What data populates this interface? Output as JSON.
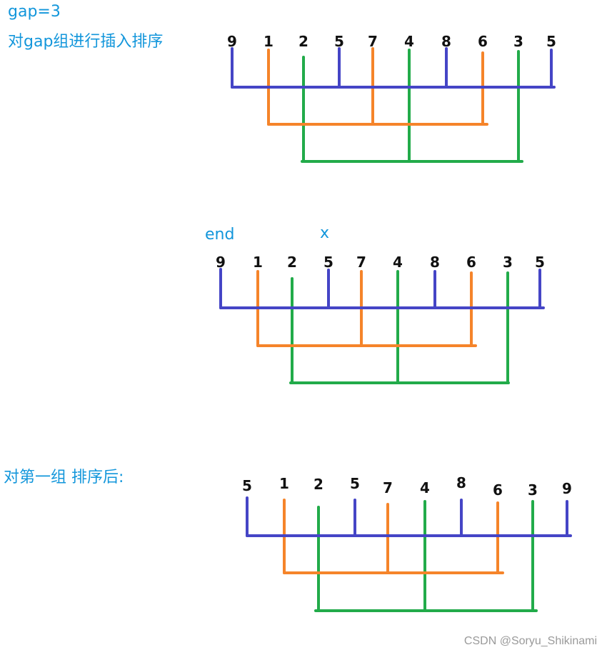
{
  "captions": {
    "gap_label": "gap=3",
    "group_sort_label": "对gap组进行插入排序",
    "end_label": "end",
    "x_label": "x",
    "after_label": "对第一组 排序后:"
  },
  "watermark": "CSDN @Soryu_Shikinami",
  "colors": {
    "group1": "#4545c6",
    "group2": "#f5842a",
    "group3": "#22ab4a",
    "caption": "#1296db"
  },
  "diagrams": [
    {
      "name": "initial-array",
      "numbers": [
        "9",
        "1",
        "2",
        "5",
        "7",
        "4",
        "8",
        "6",
        "3",
        "5"
      ]
    },
    {
      "name": "insertion-step-array",
      "numbers": [
        "9",
        "1",
        "2",
        "5",
        "7",
        "4",
        "8",
        "6",
        "3",
        "5"
      ]
    },
    {
      "name": "sorted-first-group-array",
      "numbers": [
        "5",
        "1",
        "2",
        "5",
        "7",
        "4",
        "8",
        "6",
        "3",
        "9"
      ]
    }
  ]
}
